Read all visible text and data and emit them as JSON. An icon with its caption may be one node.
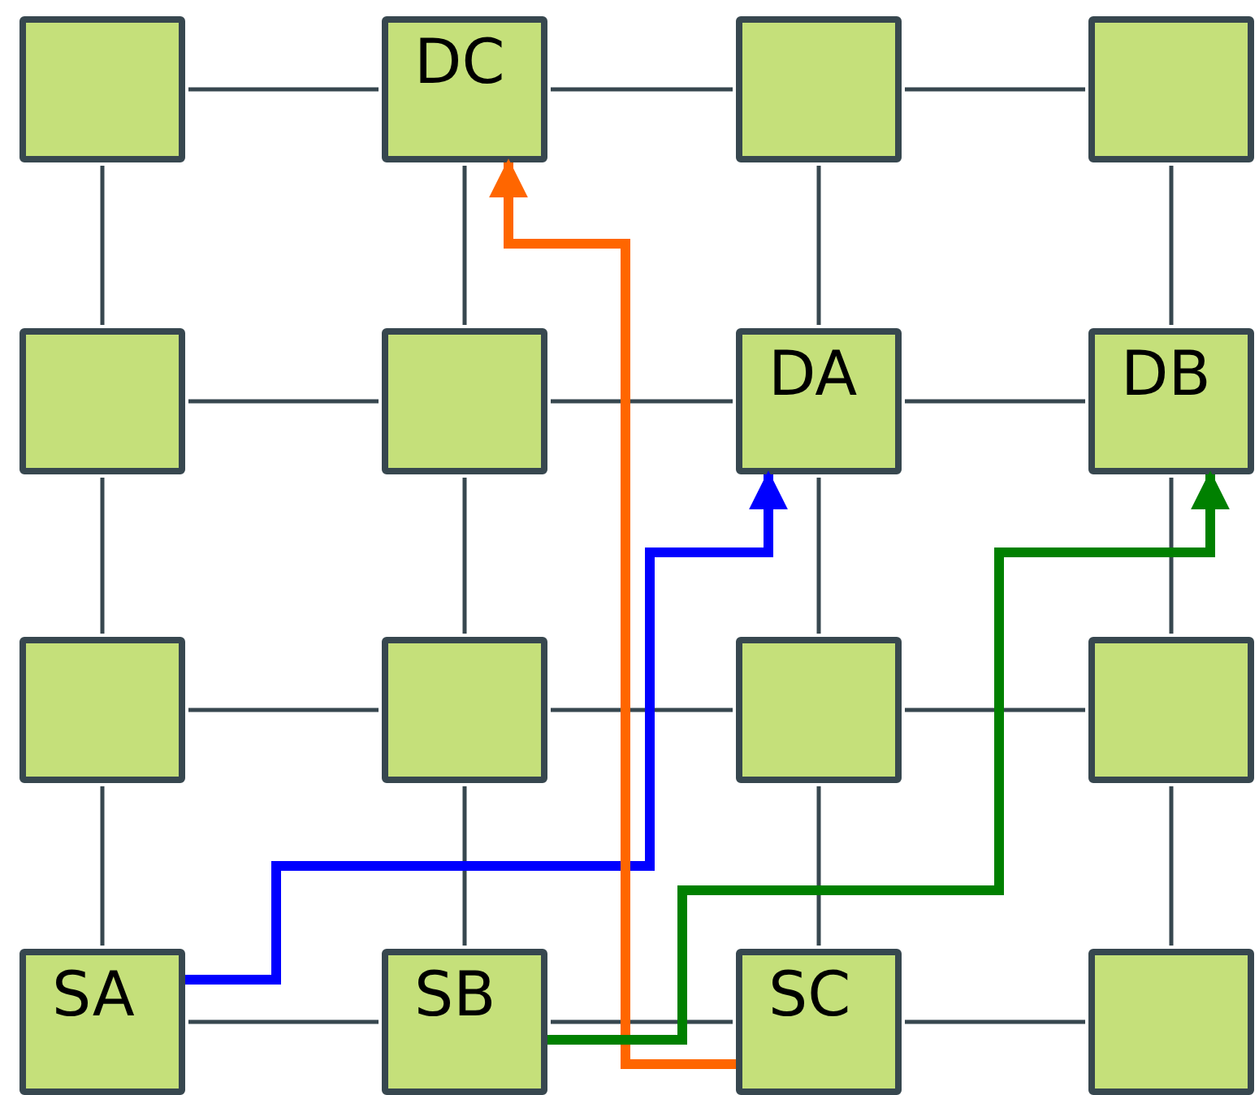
{
  "diagram": {
    "nodes": [
      {
        "text": [],
        "shape": "box"
      },
      {
        "text": [
          "DC"
        ]
      },
      {
        "text": [],
        "shape": "box"
      },
      {
        "text": [],
        "shape": "box"
      },
      {
        "text": [],
        "shape": "box"
      },
      {
        "text": [],
        "shape": "box"
      },
      {
        "text": [
          "DA"
        ]
      },
      {
        "text": [
          "DB"
        ]
      },
      {
        "text": [],
        "shape": "box"
      },
      {
        "text": [],
        "shape": "box"
      },
      {
        "text": [],
        "shape": "box"
      },
      {
        "text": [],
        "shape": "box"
      },
      {
        "text": [
          "SA"
        ]
      },
      {
        "text": [
          "SB"
        ]
      },
      {
        "text": [
          "SC"
        ]
      },
      {
        "text": [],
        "shape": "box"
      }
    ],
    "edges": [
      {
        "from": 0,
        "to": 1,
        "arrow": "none"
      },
      {
        "from": 1,
        "to": 2,
        "arrow": "none"
      },
      {
        "from": 2,
        "to": 3,
        "arrow": "none"
      },
      {
        "from": 4,
        "to": 5,
        "arrow": "none"
      },
      {
        "from": 5,
        "to": 6,
        "arrow": "none"
      },
      {
        "from": 6,
        "to": 7,
        "arrow": "none"
      },
      {
        "from": 8,
        "to": 9,
        "arrow": "none"
      },
      {
        "from": 9,
        "to": 10,
        "arrow": "none"
      },
      {
        "from": 10,
        "to": 11,
        "arrow": "none"
      },
      {
        "from": 12,
        "to": 13,
        "arrow": "none"
      },
      {
        "from": 13,
        "to": 14,
        "arrow": "none"
      },
      {
        "from": 14,
        "to": 15,
        "arrow": "none"
      },
      {
        "from": 0,
        "to": 4,
        "arrow": "none"
      },
      {
        "from": 4,
        "to": 8,
        "arrow": "none"
      },
      {
        "from": 8,
        "to": 12,
        "arrow": "none"
      },
      {
        "from": 1,
        "to": 5,
        "arrow": "none"
      },
      {
        "from": 5,
        "to": 9,
        "arrow": "none"
      },
      {
        "from": 9,
        "to": 13,
        "arrow": "none"
      },
      {
        "from": 2,
        "to": 6,
        "arrow": "none"
      },
      {
        "from": 6,
        "to": 10,
        "arrow": "none"
      },
      {
        "from": 10,
        "to": 14,
        "arrow": "none"
      },
      {
        "from": 3,
        "to": 7,
        "arrow": "none"
      },
      {
        "from": 7,
        "to": 11,
        "arrow": "none"
      },
      {
        "from": 11,
        "to": 15,
        "arrow": "none"
      },
      {
        "from": 12,
        "to": 6,
        "arrow": "to",
        "style": "thick",
        "color": "#0000ff"
      },
      {
        "from": 14,
        "to": 1,
        "arrow": "to",
        "style": "thick",
        "color": "#ff6600"
      },
      {
        "from": 13,
        "to": 7,
        "arrow": "to",
        "style": "thick",
        "color": "#008000"
      }
    ]
  }
}
